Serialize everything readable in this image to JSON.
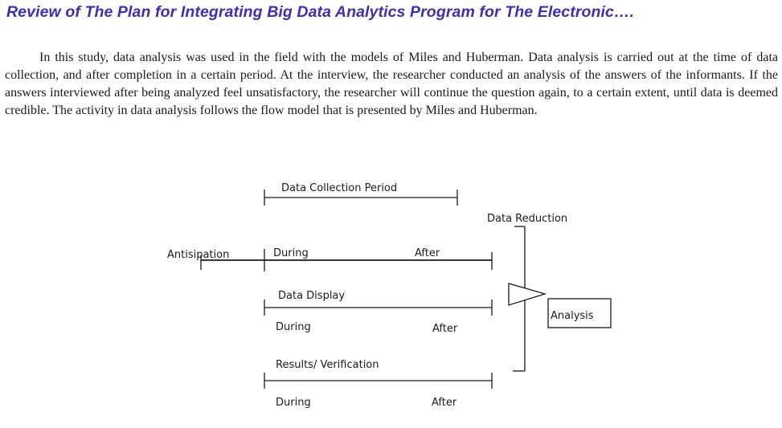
{
  "page": {
    "title": "Review of The Plan for Integrating Big Data Analytics Program for The Electronic….",
    "paragraph": "In this study, data analysis was used in the field with the models of Miles and Huberman. Data analysis is carried out at the time of data collection, and after completion in a certain period. At the interview, the researcher conducted an analysis of the answers of the informants. If the answers interviewed after being analyzed feel unsatisfactory, the researcher will continue the question again, to a certain extent, until data is deemed credible. The activity in data analysis follows the flow model that is presented by Miles and Huberman."
  },
  "diagram": {
    "collection_period": "Data Collection Period",
    "reduction": "Data Reduction",
    "anticipation": "Antisipation",
    "row1": {
      "during": "During",
      "after": "After"
    },
    "display": "Data Display",
    "row2": {
      "during": "During",
      "after": "After"
    },
    "verification": "Results/ Verification",
    "row3": {
      "during": "During",
      "after": "After"
    },
    "analysis": "Analysis"
  },
  "colors": {
    "title": "#3b30b4",
    "text": "#1a1a1a"
  }
}
